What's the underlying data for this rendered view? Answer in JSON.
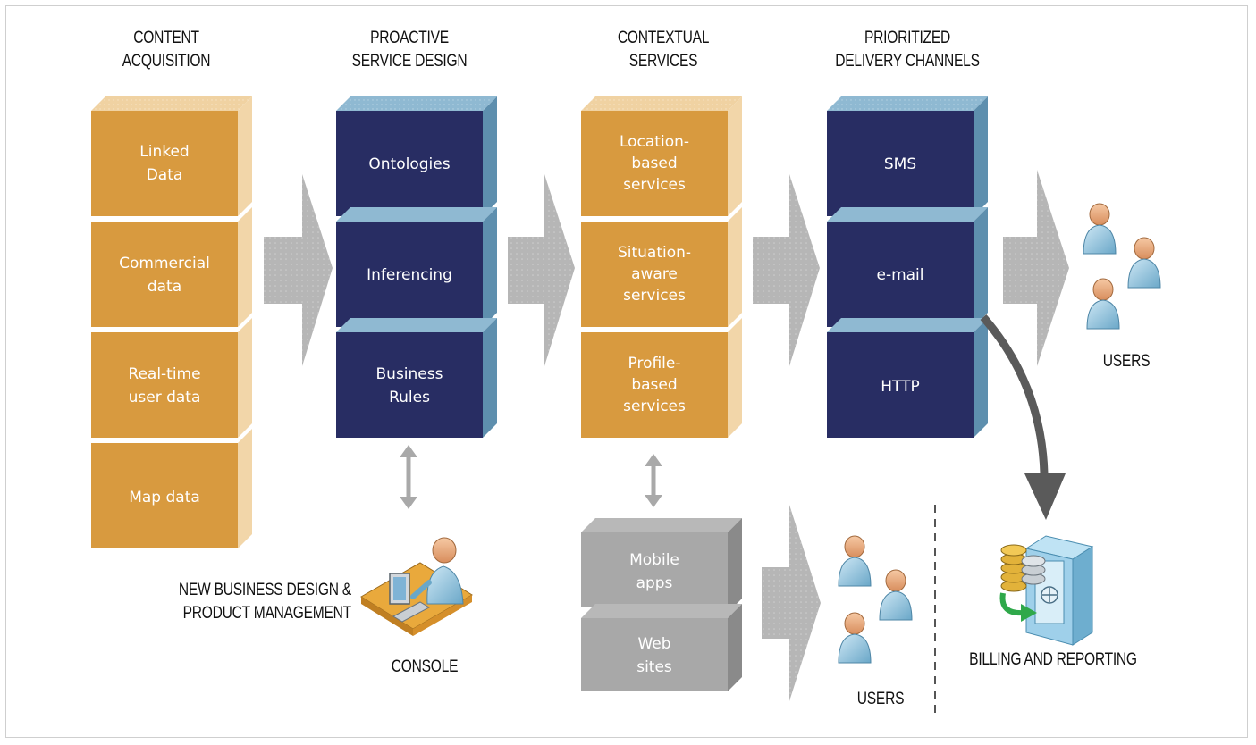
{
  "columns": [
    {
      "heading": [
        "CONTENT",
        "ACQUISITION"
      ],
      "blocks": [
        [
          "Linked",
          "Data"
        ],
        [
          "Commercial",
          "data"
        ],
        [
          "Real-time",
          "user data"
        ],
        [
          "Map data"
        ]
      ],
      "style": "orange"
    },
    {
      "heading": [
        "PROACTIVE",
        "SERVICE DESIGN"
      ],
      "blocks": [
        [
          "Ontologies"
        ],
        [
          "Inferencing"
        ],
        [
          "Business",
          "Rules"
        ]
      ],
      "style": "navy"
    },
    {
      "heading": [
        "CONTEXTUAL",
        "SERVICES"
      ],
      "blocks": [
        [
          "Location-",
          "based",
          "services"
        ],
        [
          "Situation-",
          "aware",
          "services"
        ],
        [
          "Profile-",
          "based",
          "services"
        ]
      ],
      "style": "orange"
    },
    {
      "heading": [
        "PRIORITIZED",
        "DELIVERY CHANNELS"
      ],
      "blocks": [
        [
          "SMS"
        ],
        [
          "e-mail"
        ],
        [
          "HTTP"
        ]
      ],
      "style": "navy"
    }
  ],
  "gray_blocks": [
    [
      "Mobile",
      "apps"
    ],
    [
      "Web",
      "sites"
    ]
  ],
  "labels": {
    "users_top": "USERS",
    "users_bottom": "USERS",
    "console": "CONSOLE",
    "new_business": [
      "NEW BUSINESS DESIGN &",
      "PRODUCT MANAGEMENT"
    ],
    "billing": "BILLING AND REPORTING"
  },
  "icons": {
    "users": "users-group-icon",
    "console": "operator-console-icon",
    "billing": "vault-coins-icon"
  },
  "colors": {
    "orange_front": "#d89a3f",
    "orange_side": "#f2d6a9",
    "navy_front": "#282d63",
    "navy_side": "#5e8fae",
    "gray_front": "#a8a8a8",
    "gray_side": "#8a8a8a",
    "arrow": "#b3b3b3"
  }
}
